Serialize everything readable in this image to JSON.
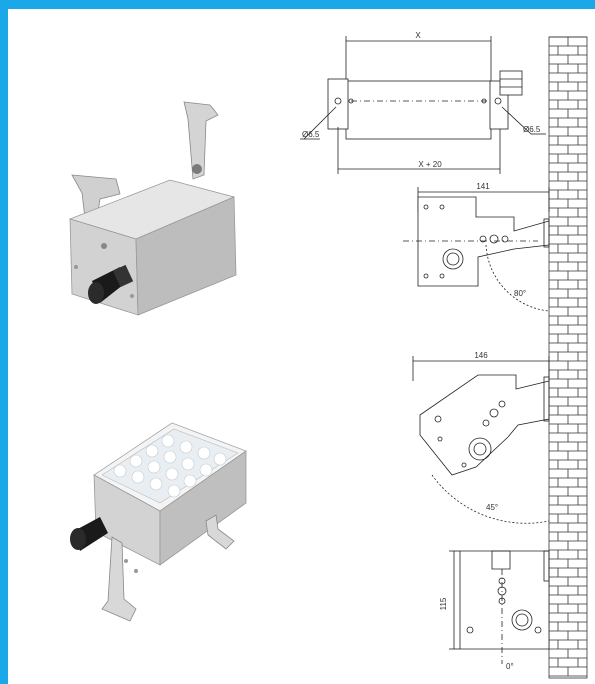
{
  "colors": {
    "frame": "#1aa8e8",
    "line": "#222222",
    "brick": "#ffffff",
    "metal": "#c9c9c9",
    "dark": "#1a1a1a"
  },
  "dimensions": {
    "top_width": "X",
    "top_overall": "X + 20",
    "hole_left": "Ø6.5",
    "hole_right": "Ø6.5",
    "side_width": "141",
    "angle_80": "80°",
    "side_width_45": "146",
    "angle_45": "45°",
    "height_0": "115",
    "angle_0": "0°"
  },
  "icons": [
    "fixture-back-render",
    "fixture-front-render",
    "brick-wall",
    "cable-gland"
  ]
}
